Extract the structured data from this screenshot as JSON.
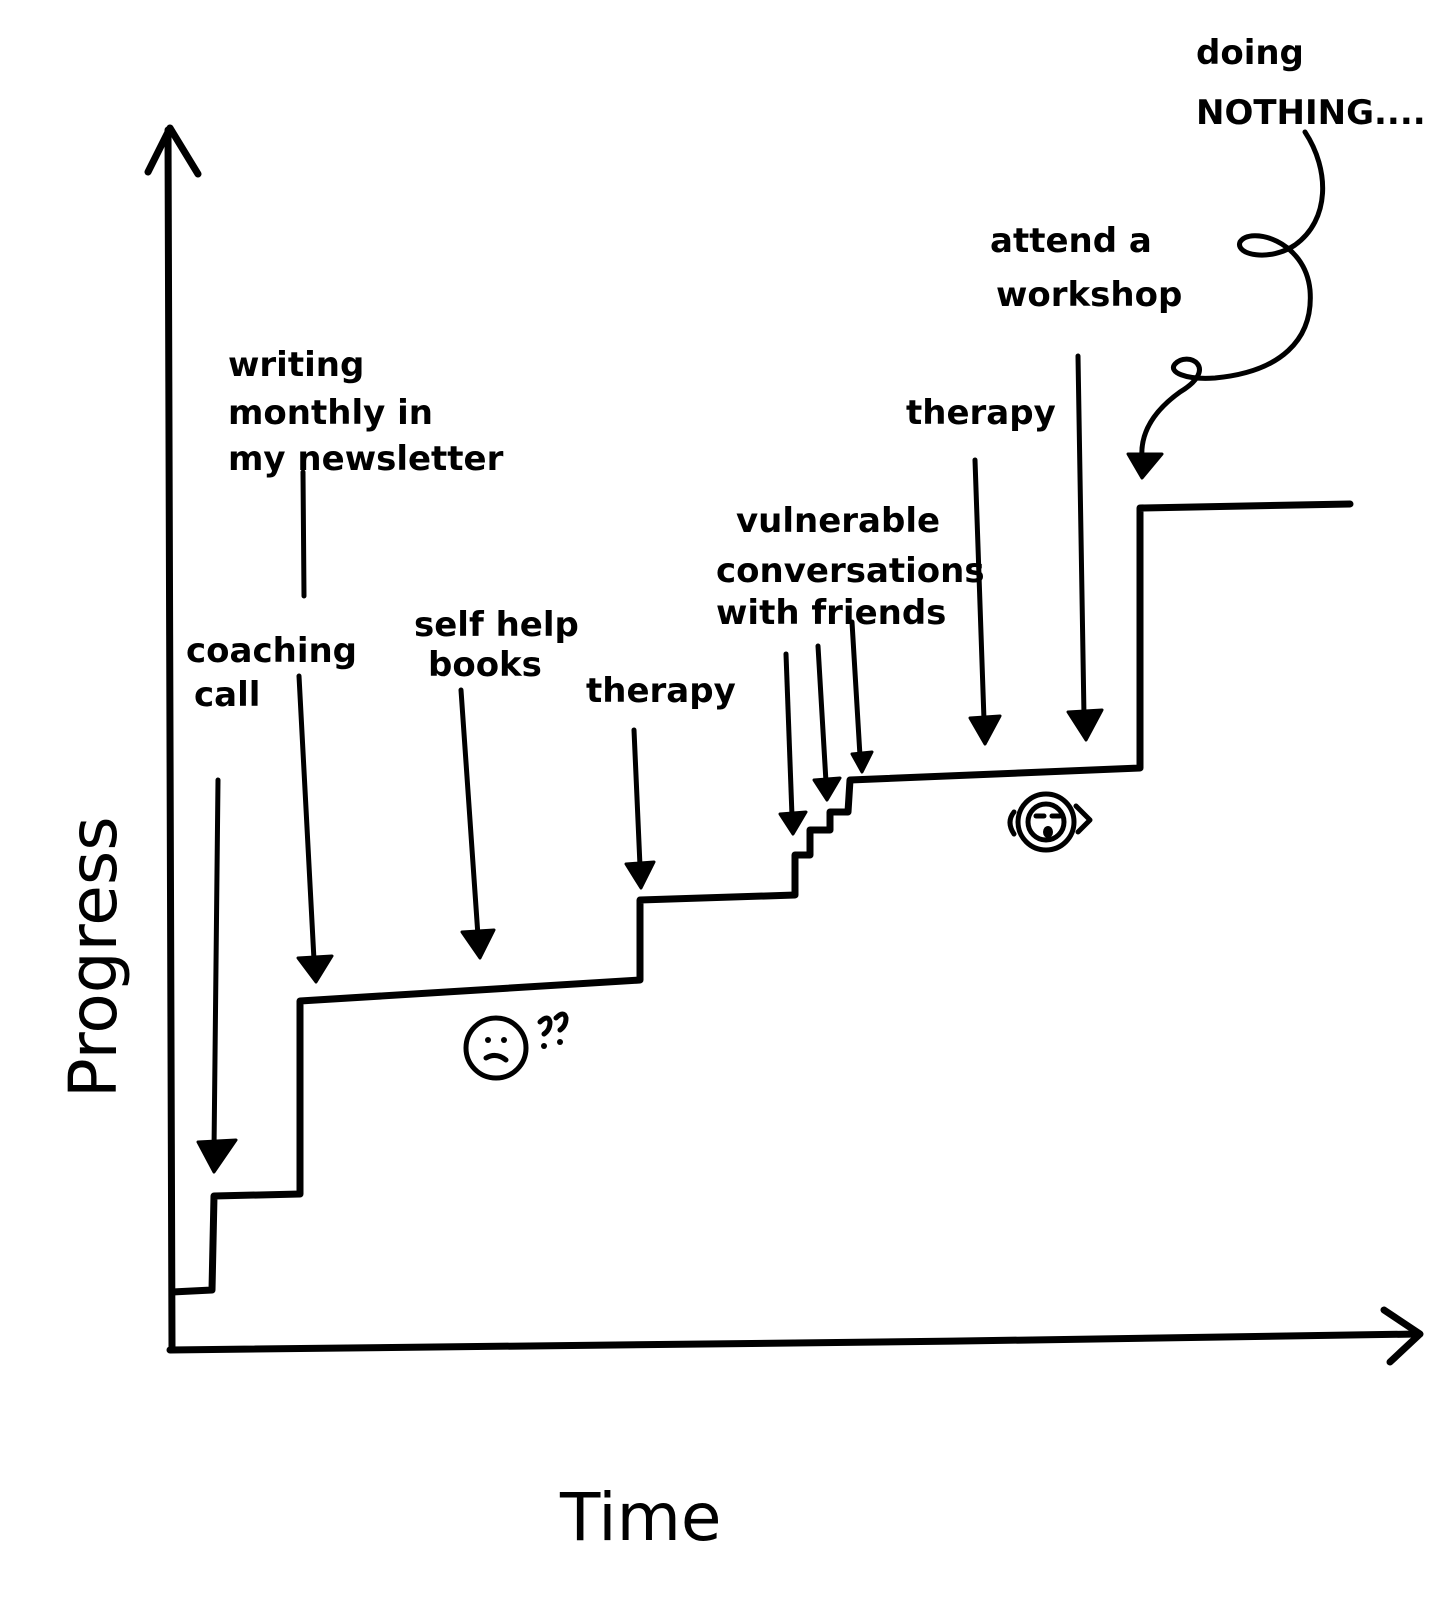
{
  "axes": {
    "y_label": "Progress",
    "x_label": "Time"
  },
  "annotations": [
    {
      "id": "coaching-call",
      "lines": [
        "coaching",
        "call"
      ]
    },
    {
      "id": "writing-newsletter",
      "lines": [
        "writing",
        "monthly in",
        "my newsletter"
      ]
    },
    {
      "id": "self-help-books",
      "lines": [
        "self help",
        "books"
      ]
    },
    {
      "id": "therapy-1",
      "lines": [
        "therapy"
      ]
    },
    {
      "id": "vulnerable-conversations",
      "lines": [
        "vulnerable",
        "conversations",
        "with friends"
      ]
    },
    {
      "id": "therapy-2",
      "lines": [
        "therapy"
      ]
    },
    {
      "id": "attend-workshop",
      "lines": [
        "attend a",
        "workshop"
      ]
    },
    {
      "id": "doing-nothing",
      "lines": [
        "doing",
        "NOTHING...."
      ]
    }
  ],
  "faces": [
    "confused-face-icon",
    "sad-face-icon"
  ]
}
